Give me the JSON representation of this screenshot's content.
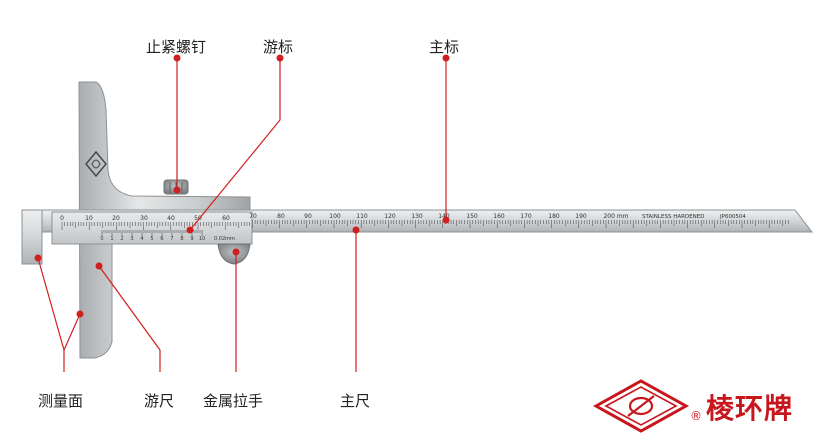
{
  "labels": {
    "stop_screw": "止紧螺钉",
    "vernier_top": "游标",
    "main_scale_top": "主标",
    "measuring_face": "测量面",
    "vernier_ruler": "游尺",
    "metal_handle": "金属拉手",
    "main_ruler": "主尺"
  },
  "ruler": {
    "main_numbers": [
      "0",
      "10",
      "20",
      "30",
      "40",
      "50",
      "60",
      "70",
      "80",
      "90",
      "100",
      "110",
      "120",
      "130",
      "140",
      "150",
      "160",
      "170",
      "180",
      "190",
      "200 mm"
    ],
    "stainless_text": "STAINLESS HARDENED",
    "code_text": "JP600504",
    "vernier_numbers": [
      "0",
      "1",
      "2",
      "3",
      "4",
      "5",
      "6",
      "7",
      "8",
      "9",
      "10"
    ],
    "vernier_unit": "0.02mm"
  },
  "brand": {
    "name": "棱环牌",
    "registered_mark": "®",
    "color": "#c8161d"
  },
  "colors": {
    "callout": "#d01f1f",
    "steel": "#d4d6d8"
  }
}
